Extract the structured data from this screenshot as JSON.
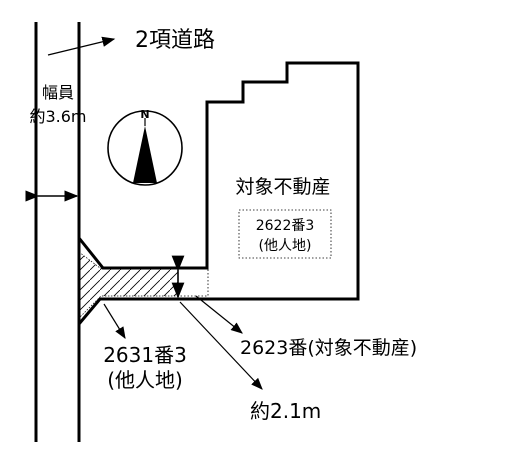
{
  "labels": {
    "road_type": "2項道路",
    "road_width_label": "幅員",
    "road_width_value": "約3.6m",
    "north": "N",
    "subject_property": "対象不動産",
    "lot_2622_3": "2622番3",
    "other_owner_a": "(他人地)",
    "lot_2631_3": "2631番3",
    "other_owner_b": "(他人地)",
    "lot_2623": "2623番(対象不動産)",
    "setback_distance": "約2.1m"
  },
  "colors": {
    "line": "#000000",
    "background": "#ffffff"
  },
  "icons": {
    "compass": "north-arrow-icon"
  }
}
